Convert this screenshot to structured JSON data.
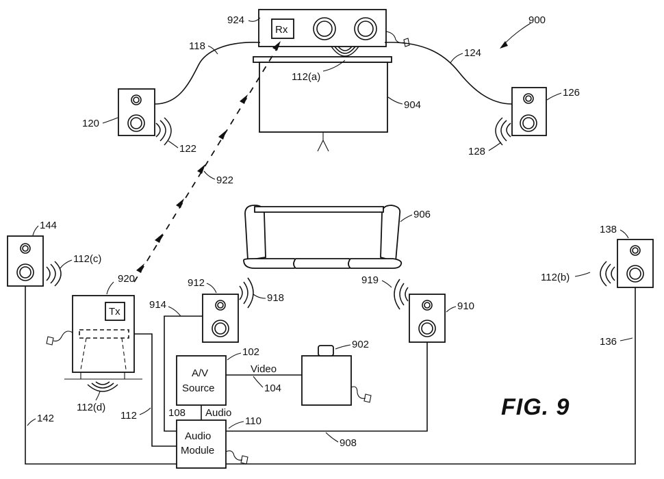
{
  "figure": {
    "title": "FIG. 9",
    "number": "900"
  },
  "box_labels": {
    "rx": "Rx",
    "tx": "Tx",
    "av_source_line1": "A/V",
    "av_source_line2": "Source",
    "audio_module_line1": "Audio",
    "audio_module_line2": "Module",
    "video": "Video",
    "audio": "Audio"
  },
  "refs": {
    "r924": "924",
    "r118": "118",
    "r124": "124",
    "r112a": "112(a)",
    "r904": "904",
    "r120": "120",
    "r122": "122",
    "r126": "126",
    "r128": "128",
    "r922": "922",
    "r906": "906",
    "r144": "144",
    "r112c": "112(c)",
    "r920": "920",
    "r912": "912",
    "r918": "918",
    "r914": "914",
    "r919": "919",
    "r910": "910",
    "r138": "138",
    "r112b": "112(b)",
    "r136": "136",
    "r102": "102",
    "r104": "104",
    "r902": "902",
    "r108": "108",
    "r110": "110",
    "r112": "112",
    "r112d": "112(d)",
    "r142": "142",
    "r908": "908"
  }
}
